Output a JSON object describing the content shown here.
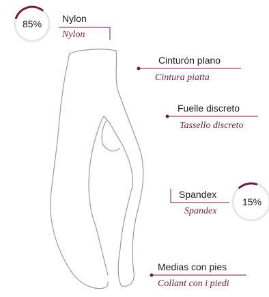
{
  "colors": {
    "accent": "#6e1f3c",
    "ring_track": "#e6e6e6",
    "outline": "#9a9a9a"
  },
  "materials": [
    {
      "name_es": "Nylon",
      "name_it": "Nylon",
      "percent": 85,
      "percent_label": "85%"
    },
    {
      "name_es": "Spandex",
      "name_it": "Spandex",
      "percent": 15,
      "percent_label": "15%"
    }
  ],
  "features": [
    {
      "es": "Cinturón plano",
      "it": "Cintura piatta"
    },
    {
      "es": "Fuelle discreto",
      "it": "Tassello discreto"
    },
    {
      "es": "Medias con pies",
      "it": "Collant con i piedi"
    }
  ]
}
